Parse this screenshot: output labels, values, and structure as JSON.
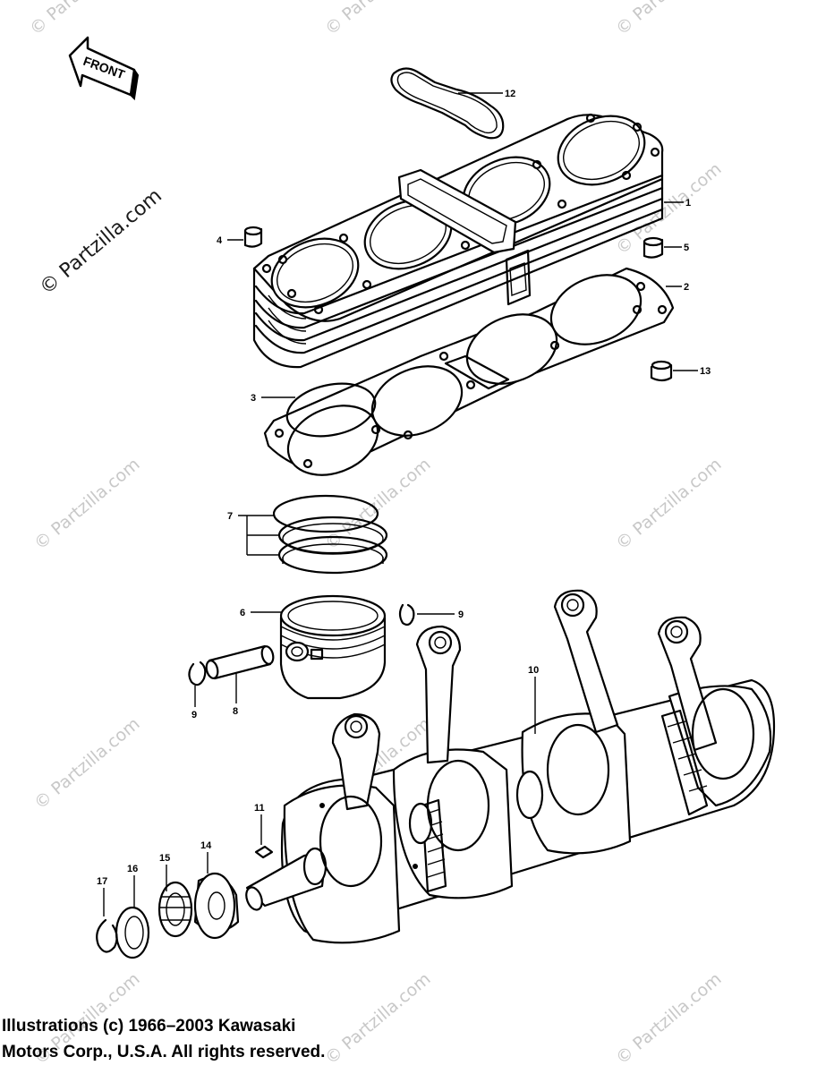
{
  "front_arrow": {
    "label": "FRONT"
  },
  "watermarks": {
    "main": "© Partzilla.com",
    "repeat": "© Partzilla.com"
  },
  "callouts": [
    {
      "ref": "1"
    },
    {
      "ref": "2"
    },
    {
      "ref": "3"
    },
    {
      "ref": "4"
    },
    {
      "ref": "5"
    },
    {
      "ref": "6"
    },
    {
      "ref": "7"
    },
    {
      "ref": "8"
    },
    {
      "ref": "9"
    },
    {
      "ref": "9"
    },
    {
      "ref": "10"
    },
    {
      "ref": "11"
    },
    {
      "ref": "12"
    },
    {
      "ref": "13"
    },
    {
      "ref": "14"
    },
    {
      "ref": "15"
    },
    {
      "ref": "16"
    },
    {
      "ref": "17"
    }
  ],
  "copyright": {
    "line1": "Illustrations (c) 1966–2003 Kawasaki",
    "line2": "Motors Corp., U.S.A.  All rights reserved."
  }
}
